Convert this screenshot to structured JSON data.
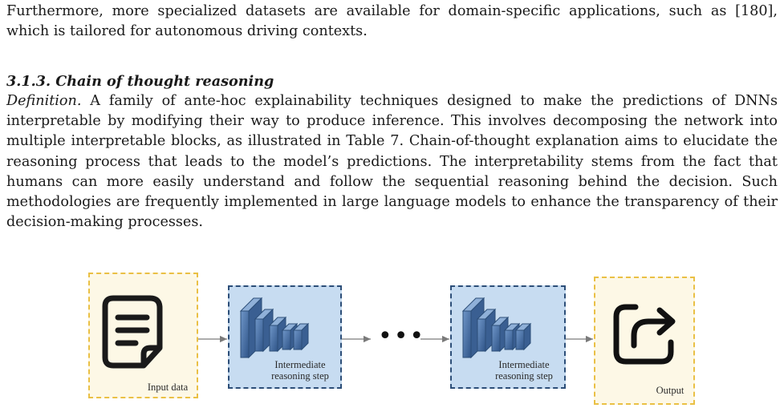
{
  "paragraph1": "Furthermore, more specialized datasets are available for domain-specific applications, such as [180], which is tailored for autonomous driving contexts.",
  "section_heading": "3.1.3. Chain of thought reasoning",
  "definition_term": "Definition.",
  "definition_text": " A family of ante-hoc explainability techniques designed to make the predictions of DNNs interpretable by modifying their way to produce inference. This involves decomposing the network into multiple interpretable blocks, as illustrated in Table 7. Chain-of-thought explanation aims to elucidate the reasoning process that leads to the model’s predictions. The interpretability stems from the fact that humans can more easily understand and follow the sequential reasoning behind the decision. Such methodologies are frequently implemented in large language models to enhance the transparency of their decision-making processes.",
  "figure": {
    "input_label": "Input data",
    "step1_label": [
      "Intermediate",
      "reasoning step"
    ],
    "ellipsis": "•••",
    "step2_label": [
      "Intermediate",
      "reasoning step"
    ],
    "output_label": "Output",
    "icons": {
      "input": "document-icon",
      "step": "neural-network-blocks-icon",
      "output": "share-arrow-icon"
    },
    "colors": {
      "yellow_fill": "#fdf8e6",
      "yellow_border": "#eac045",
      "blue_fill": "#c7dcf1",
      "blue_border": "#2c4e78"
    }
  }
}
